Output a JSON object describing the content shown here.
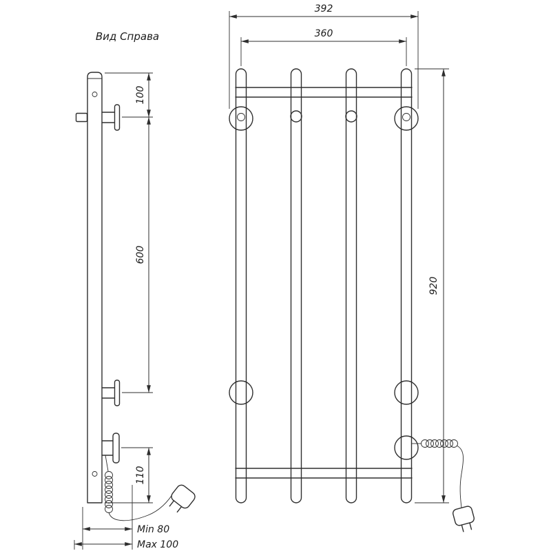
{
  "drawing": {
    "title": "Вид Справа",
    "front_view": {
      "dim_overall_width": "392",
      "dim_axis_width": "360",
      "dim_height": "920"
    },
    "side_view": {
      "dim_top_offset": "100",
      "dim_bracket_span": "600",
      "dim_bottom_offset": "110",
      "dim_wall_min": "Min 80",
      "dim_wall_max": "Max 100"
    }
  }
}
